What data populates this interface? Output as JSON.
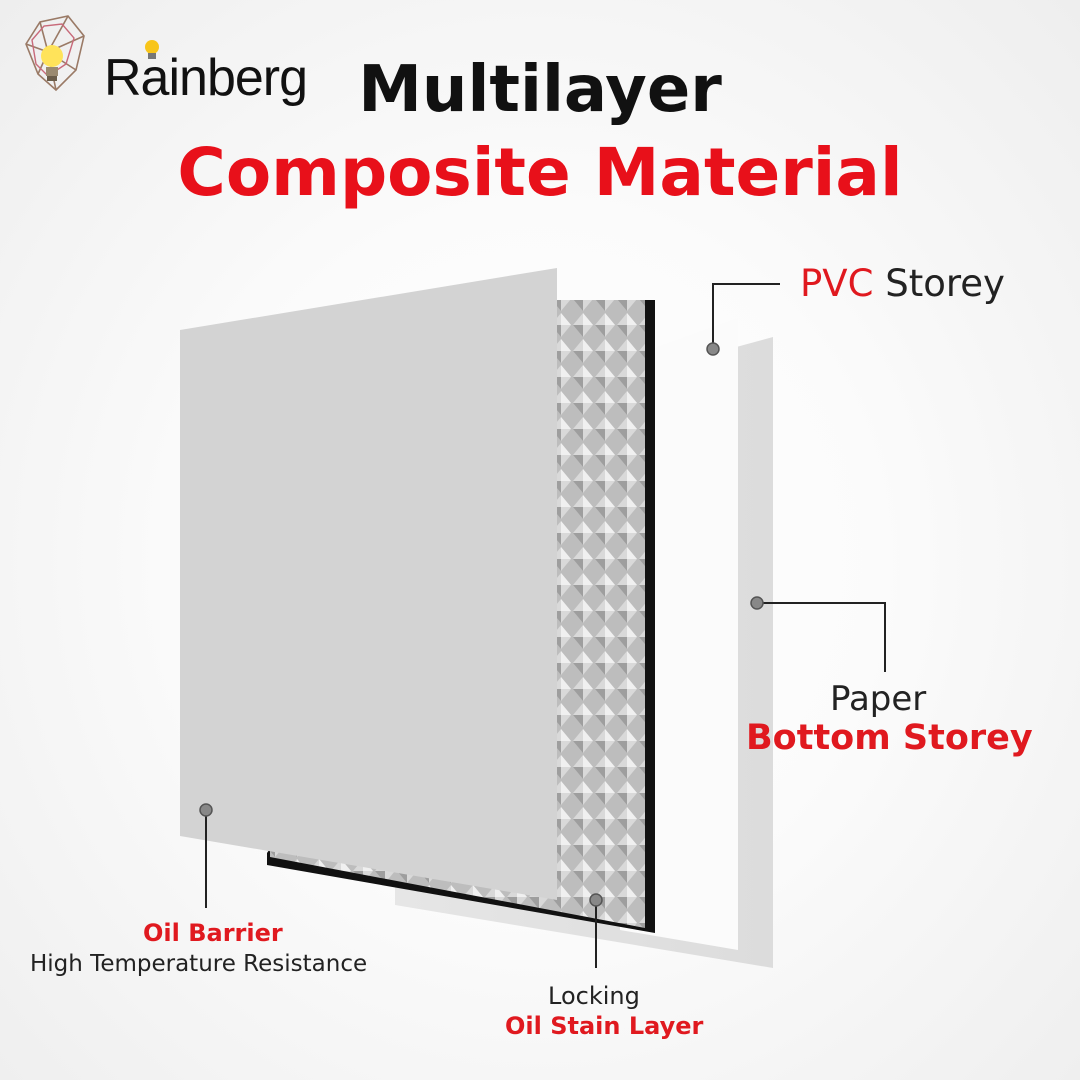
{
  "brand": {
    "name": "Rainberg",
    "logo_icon": "lightbulb-diamond-icon"
  },
  "title": {
    "line1": "Multilayer",
    "line2": "Composite Material"
  },
  "layers": {
    "pvc": {
      "highlight": "PVC",
      "text": " Storey"
    },
    "paper": {
      "line1": "Paper",
      "line2": "Bottom Storey"
    },
    "oil_barrier": {
      "line1": "Oil Barrier",
      "line2": "High Temperature Resistance"
    },
    "locking": {
      "line1": "Locking",
      "line2": "Oil Stain Layer"
    }
  },
  "colors": {
    "accent_red": "#e8101a",
    "title_black": "#111111",
    "panel_gray": "#d3d3d3"
  }
}
